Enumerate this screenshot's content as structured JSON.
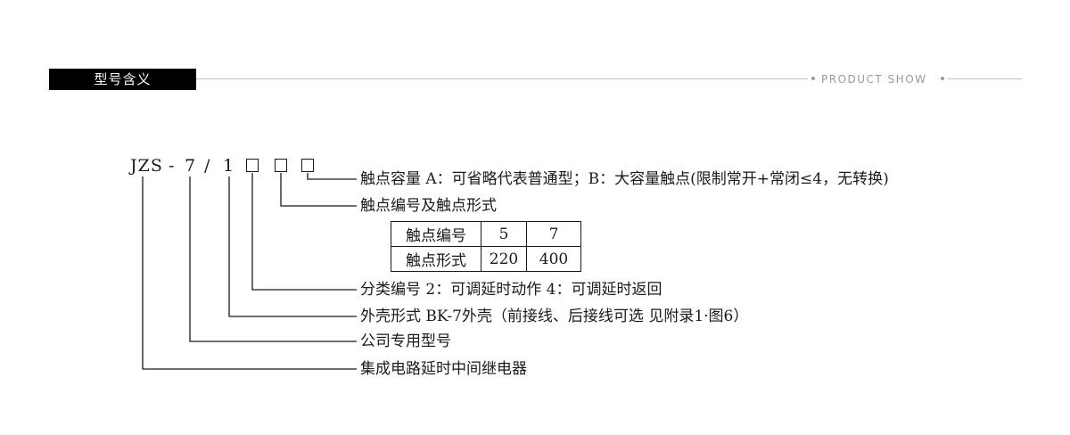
{
  "header": {
    "tag": "型号含义",
    "right_text": "PRODUCT SHOW"
  },
  "model": {
    "prefix": "JZS",
    "dash": "-",
    "digit_a": "7",
    "slash": "/",
    "digit_b": "1"
  },
  "labels": {
    "contact_capacity": "触点容量  A：可省略代表普通型；B：大容量触点(限制常开+常闭≤4，无转换)",
    "contact_number_form": "触点编号及触点形式",
    "classification": "分类编号  2：可调延时动作  4：可调延时返回",
    "shell_form": "外壳形式  BK-7外壳（前接线、后接线可选 见附录1·图6）",
    "company_model": "公司专用型号",
    "product": "集成电路延时中间继电器"
  },
  "contact_table": {
    "rows": [
      [
        "触点编号",
        "5",
        "7"
      ],
      [
        "触点形式",
        "220",
        "400"
      ]
    ]
  }
}
